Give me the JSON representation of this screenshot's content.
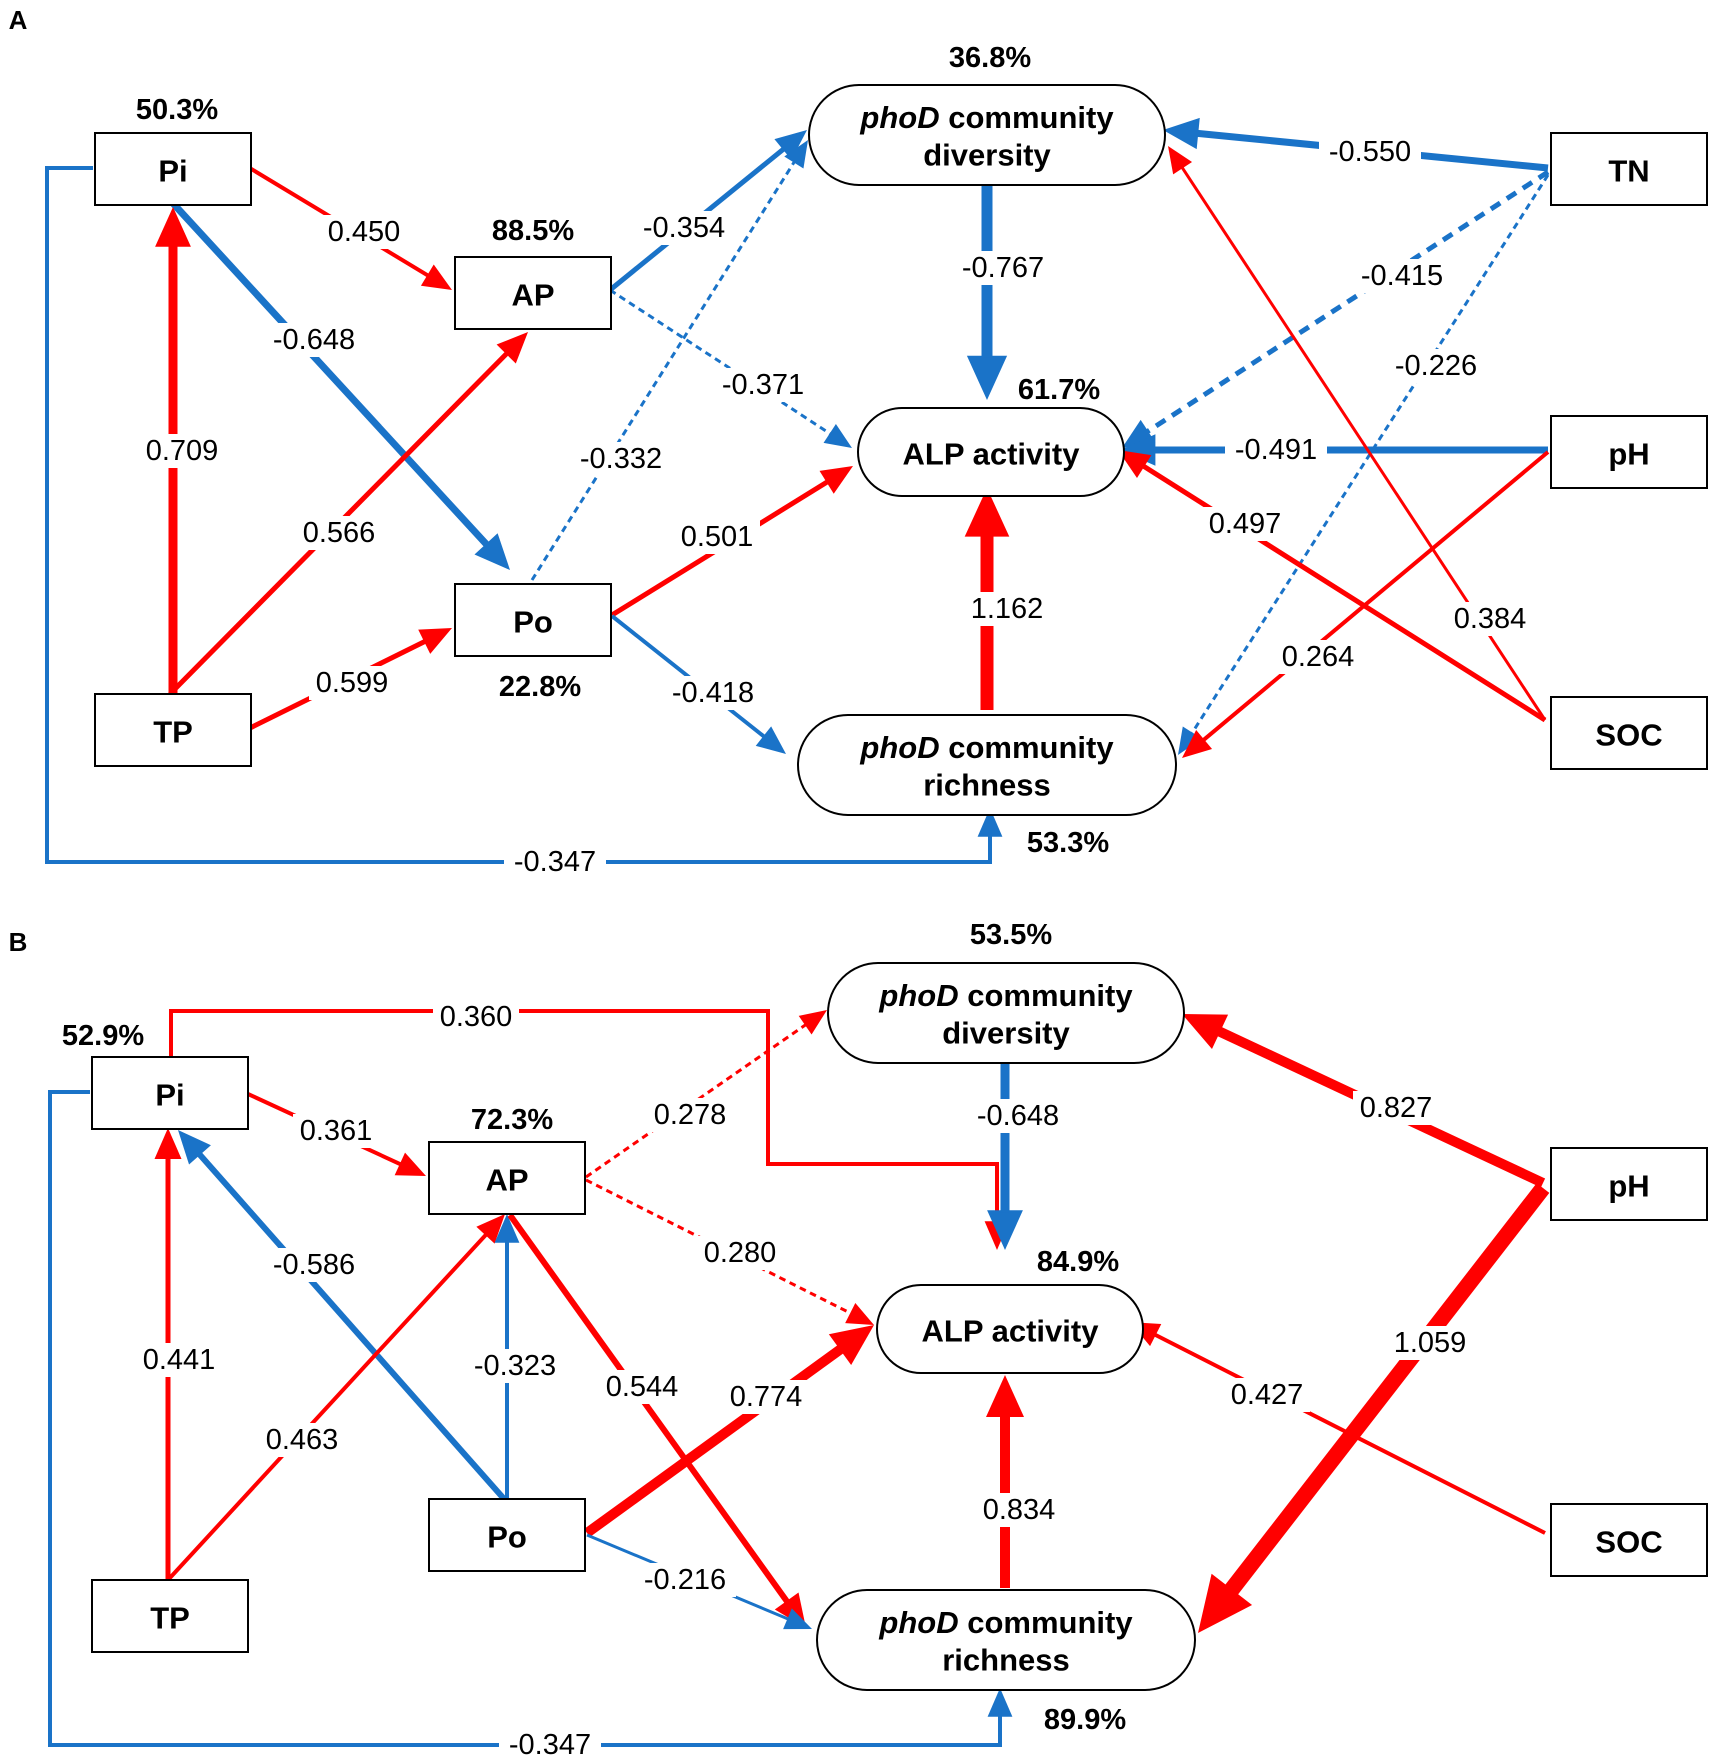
{
  "colors": {
    "positive": "#ff0000",
    "negative": "#1a73c8",
    "text": "#000000"
  },
  "panels": [
    {
      "letter": "A",
      "nodes": {
        "Pi": {
          "label": "Pi",
          "r2": "50.3%"
        },
        "AP": {
          "label": "AP",
          "r2": "88.5%"
        },
        "Po": {
          "label": "Po",
          "r2": "22.8%"
        },
        "TP": {
          "label": "TP"
        },
        "DIV": {
          "label_italic": "phoD",
          "label_rest": " community",
          "label_line2": "diversity",
          "r2": "36.8%"
        },
        "ALP": {
          "label": "ALP activity",
          "r2": "61.7%"
        },
        "RICH": {
          "label_italic": "phoD",
          "label_rest": " community",
          "label_line2": "richness",
          "r2": "53.3%"
        },
        "TN": {
          "label": "TN"
        },
        "pH": {
          "label": "pH"
        },
        "SOC": {
          "label": "SOC"
        }
      },
      "paths": [
        {
          "from": "Pi",
          "to": "AP",
          "coef": "0.450",
          "sign": "positive",
          "dashed": false
        },
        {
          "from": "Pi",
          "to": "Po",
          "coef": "-0.648",
          "sign": "negative",
          "dashed": false
        },
        {
          "from": "TP",
          "to": "Pi",
          "coef": "0.709",
          "sign": "positive",
          "dashed": false
        },
        {
          "from": "TP",
          "to": "AP",
          "coef": "0.566",
          "sign": "positive",
          "dashed": false
        },
        {
          "from": "TP",
          "to": "Po",
          "coef": "0.599",
          "sign": "positive",
          "dashed": false
        },
        {
          "from": "AP",
          "to": "DIV",
          "coef": "-0.354",
          "sign": "negative",
          "dashed": false
        },
        {
          "from": "AP",
          "to": "ALP",
          "coef": "-0.371",
          "sign": "negative",
          "dashed": true
        },
        {
          "from": "Po",
          "to": "DIV",
          "coef": "-0.332",
          "sign": "negative",
          "dashed": true
        },
        {
          "from": "Po",
          "to": "ALP",
          "coef": "0.501",
          "sign": "positive",
          "dashed": false
        },
        {
          "from": "Po",
          "to": "RICH",
          "coef": "-0.418",
          "sign": "negative",
          "dashed": false
        },
        {
          "from": "DIV",
          "to": "ALP",
          "coef": "-0.767",
          "sign": "negative",
          "dashed": false
        },
        {
          "from": "RICH",
          "to": "ALP",
          "coef": "1.162",
          "sign": "positive",
          "dashed": false
        },
        {
          "from": "TN",
          "to": "DIV",
          "coef": "-0.550",
          "sign": "negative",
          "dashed": false
        },
        {
          "from": "TN",
          "to": "ALP",
          "coef": "-0.415",
          "sign": "negative",
          "dashed": true
        },
        {
          "from": "TN",
          "to": "RICH",
          "coef": "-0.226",
          "sign": "negative",
          "dashed": true
        },
        {
          "from": "pH",
          "to": "ALP",
          "coef": "-0.491",
          "sign": "negative",
          "dashed": false
        },
        {
          "from": "pH",
          "to": "RICH",
          "coef": "0.264",
          "sign": "positive",
          "dashed": false
        },
        {
          "from": "SOC",
          "to": "ALP",
          "coef": "0.497",
          "sign": "positive",
          "dashed": false
        },
        {
          "from": "SOC",
          "to": "DIV",
          "coef": "0.384",
          "sign": "positive",
          "dashed": false
        },
        {
          "from": "Pi",
          "to": "RICH",
          "coef": "-0.347",
          "sign": "negative",
          "dashed": false
        }
      ]
    },
    {
      "letter": "B",
      "nodes": {
        "Pi": {
          "label": "Pi",
          "r2": "52.9%"
        },
        "AP": {
          "label": "AP",
          "r2": "72.3%"
        },
        "Po": {
          "label": "Po"
        },
        "TP": {
          "label": "TP"
        },
        "DIV": {
          "label_italic": "phoD",
          "label_rest": " community",
          "label_line2": "diversity",
          "r2": "53.5%"
        },
        "ALP": {
          "label": "ALP activity",
          "r2": "84.9%"
        },
        "RICH": {
          "label_italic": "phoD",
          "label_rest": " community",
          "label_line2": "richness",
          "r2": "89.9%"
        },
        "pH": {
          "label": "pH"
        },
        "SOC": {
          "label": "SOC"
        }
      },
      "paths": [
        {
          "from": "Pi",
          "to": "ALP",
          "coef": "0.360",
          "sign": "positive",
          "dashed": false
        },
        {
          "from": "Pi",
          "to": "AP",
          "coef": "0.361",
          "sign": "positive",
          "dashed": false
        },
        {
          "from": "Po",
          "to": "Pi",
          "coef": "-0.586",
          "sign": "negative",
          "dashed": false
        },
        {
          "from": "TP",
          "to": "Pi",
          "coef": "0.441",
          "sign": "positive",
          "dashed": false
        },
        {
          "from": "TP",
          "to": "AP",
          "coef": "0.463",
          "sign": "positive",
          "dashed": false
        },
        {
          "from": "Po",
          "to": "AP",
          "coef": "-0.323",
          "sign": "negative",
          "dashed": false
        },
        {
          "from": "AP",
          "to": "DIV",
          "coef": "0.278",
          "sign": "positive",
          "dashed": true
        },
        {
          "from": "AP",
          "to": "ALP",
          "coef": "0.280",
          "sign": "positive",
          "dashed": true
        },
        {
          "from": "AP",
          "to": "RICH",
          "coef": "0.544",
          "sign": "positive",
          "dashed": false
        },
        {
          "from": "Po",
          "to": "ALP",
          "coef": "0.774",
          "sign": "positive",
          "dashed": false
        },
        {
          "from": "Po",
          "to": "RICH",
          "coef": "-0.216",
          "sign": "negative",
          "dashed": false
        },
        {
          "from": "DIV",
          "to": "ALP",
          "coef": "-0.648",
          "sign": "negative",
          "dashed": false
        },
        {
          "from": "RICH",
          "to": "ALP",
          "coef": "0.834",
          "sign": "positive",
          "dashed": false
        },
        {
          "from": "pH",
          "to": "DIV",
          "coef": "0.827",
          "sign": "positive",
          "dashed": false
        },
        {
          "from": "pH",
          "to": "RICH",
          "coef": "1.059",
          "sign": "positive",
          "dashed": false
        },
        {
          "from": "SOC",
          "to": "ALP",
          "coef": "0.427",
          "sign": "positive",
          "dashed": false
        },
        {
          "from": "Pi",
          "to": "RICH",
          "coef": "-0.347",
          "sign": "negative",
          "dashed": false
        }
      ]
    }
  ]
}
